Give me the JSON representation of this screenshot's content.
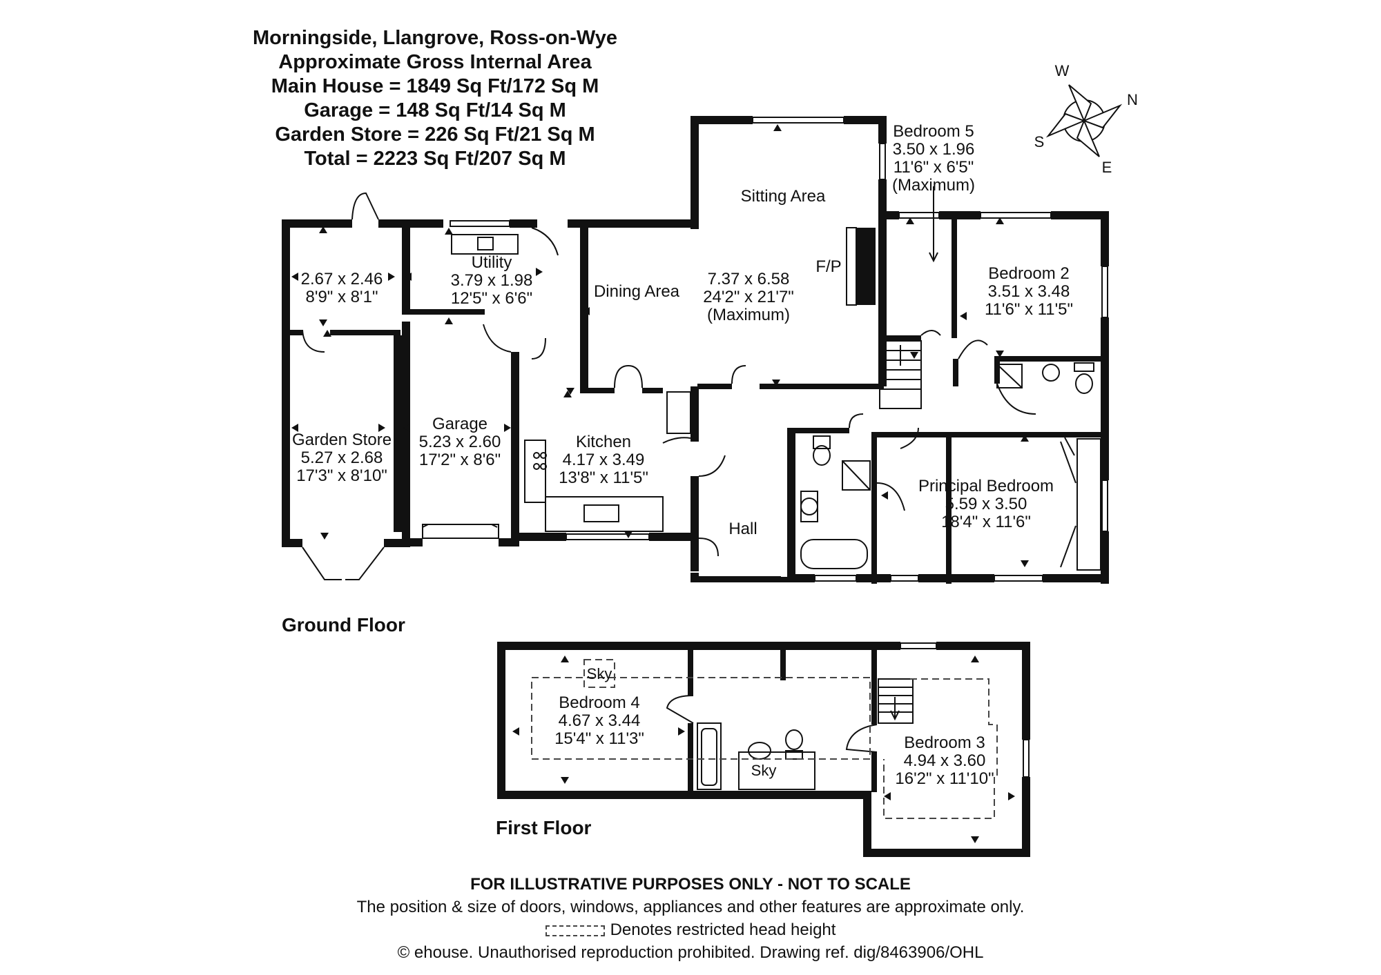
{
  "header": {
    "title": "Morningside, Llangrove, Ross-on-Wye",
    "subtitle": "Approximate Gross Internal Area",
    "lines": [
      "Main House = 1849 Sq Ft/172 Sq M",
      "Garage = 148 Sq Ft/14 Sq M",
      "Garden Store = 226 Sq Ft/21 Sq M",
      "Total = 2223 Sq Ft/207 Sq M"
    ]
  },
  "compass": {
    "w": "W",
    "n": "N",
    "s": "S",
    "e": "E"
  },
  "ground_floor": {
    "label": "Ground Floor",
    "rooms": {
      "store_small": {
        "name": "",
        "metric": "2.67 x 2.46",
        "imperial": "8'9\" x 8'1\""
      },
      "utility": {
        "name": "Utility",
        "metric": "3.79 x 1.98",
        "imperial": "12'5\" x 6'6\""
      },
      "dining": {
        "name": "Dining Area"
      },
      "sitting": {
        "name": "Sitting Area",
        "metric": "7.37 x 6.58",
        "imperial": "24'2\" x 21'7\"",
        "note": "(Maximum)",
        "fireplace": "F/P"
      },
      "bedroom5": {
        "name": "Bedroom 5",
        "metric": "3.50 x 1.96",
        "imperial": "11'6\" x 6'5\"",
        "note": "(Maximum)"
      },
      "bedroom2": {
        "name": "Bedroom 2",
        "metric": "3.51 x 3.48",
        "imperial": "11'6\" x 11'5\""
      },
      "garden_store": {
        "name": "Garden Store",
        "metric": "5.27 x 2.68",
        "imperial": "17'3\" x 8'10\""
      },
      "garage": {
        "name": "Garage",
        "metric": "5.23 x 2.60",
        "imperial": "17'2\" x 8'6\""
      },
      "kitchen": {
        "name": "Kitchen",
        "metric": "4.17 x 3.49",
        "imperial": "13'8\" x 11'5\""
      },
      "hall": {
        "name": "Hall"
      },
      "principal": {
        "name": "Principal Bedroom",
        "metric": "5.59 x 3.50",
        "imperial": "18'4\" x 11'6\""
      }
    }
  },
  "first_floor": {
    "label": "First Floor",
    "rooms": {
      "bedroom4": {
        "name": "Bedroom 4",
        "metric": "4.67 x 3.44",
        "imperial": "15'4\" x 11'3\"",
        "sky": "Sky"
      },
      "bathroom": {
        "sky": "Sky"
      },
      "bedroom3": {
        "name": "Bedroom 3",
        "metric": "4.94 x 3.60",
        "imperial": "16'2\" x 11'10\""
      }
    }
  },
  "footer": {
    "disclaimer": "FOR ILLUSTRATIVE PURPOSES ONLY - NOT TO SCALE",
    "note": "The position & size of doors, windows, appliances and other features are approximate only.",
    "legend": "Denotes restricted head height",
    "copyright": "© ehouse. Unauthorised reproduction prohibited. Drawing ref. dig/8463906/OHL"
  }
}
